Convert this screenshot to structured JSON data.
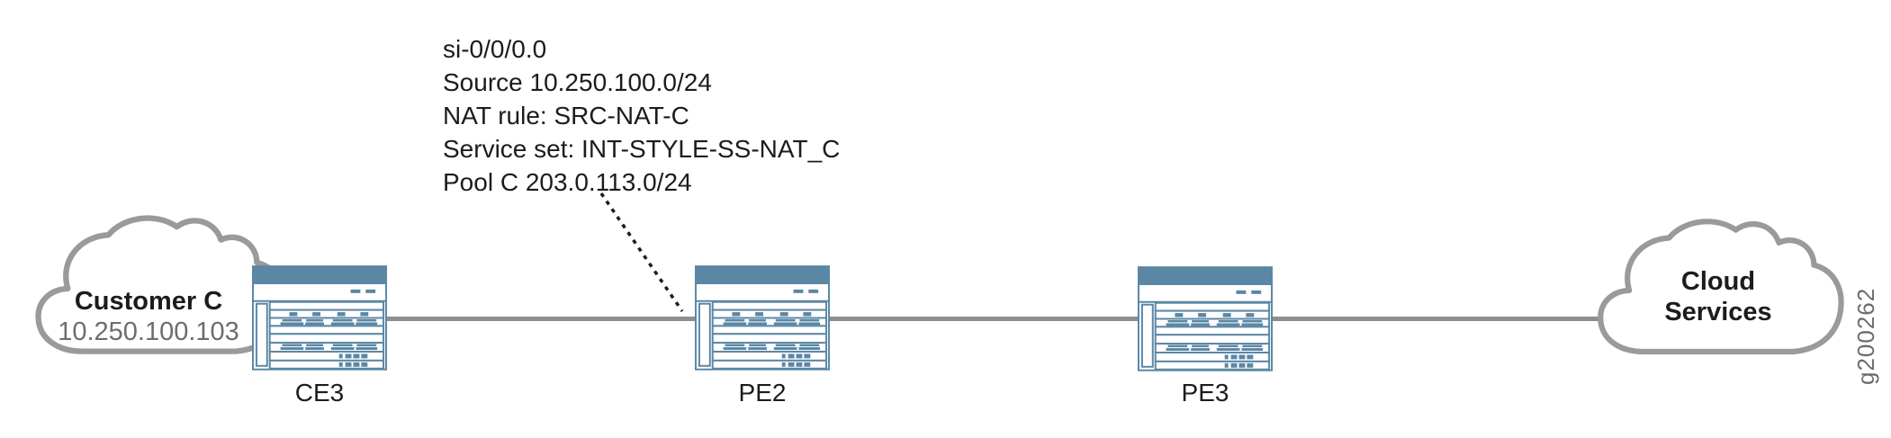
{
  "diagram": {
    "annotation": {
      "lines": [
        "si-0/0/0.0",
        "Source 10.250.100.0/24",
        "NAT rule: SRC-NAT-C",
        "Service set: INT-STYLE-SS-NAT_C",
        "Pool C 203.0.113.0/24"
      ]
    },
    "nodes": {
      "customer_cloud": {
        "title": "Customer C",
        "subtitle": "10.250.100.103"
      },
      "ce3": {
        "label": "CE3"
      },
      "pe2": {
        "label": "PE2"
      },
      "pe3": {
        "label": "PE3"
      },
      "cloud_services": {
        "line1": "Cloud",
        "line2": "Services"
      }
    },
    "figure_id": "g200262",
    "colors": {
      "router_blue": "#5b87a5",
      "line_gray": "#8e8e8e",
      "cloud_stroke_gray": "#9a9a9a",
      "text_black": "#1c1c1c",
      "text_gray": "#6d6d6d"
    }
  }
}
